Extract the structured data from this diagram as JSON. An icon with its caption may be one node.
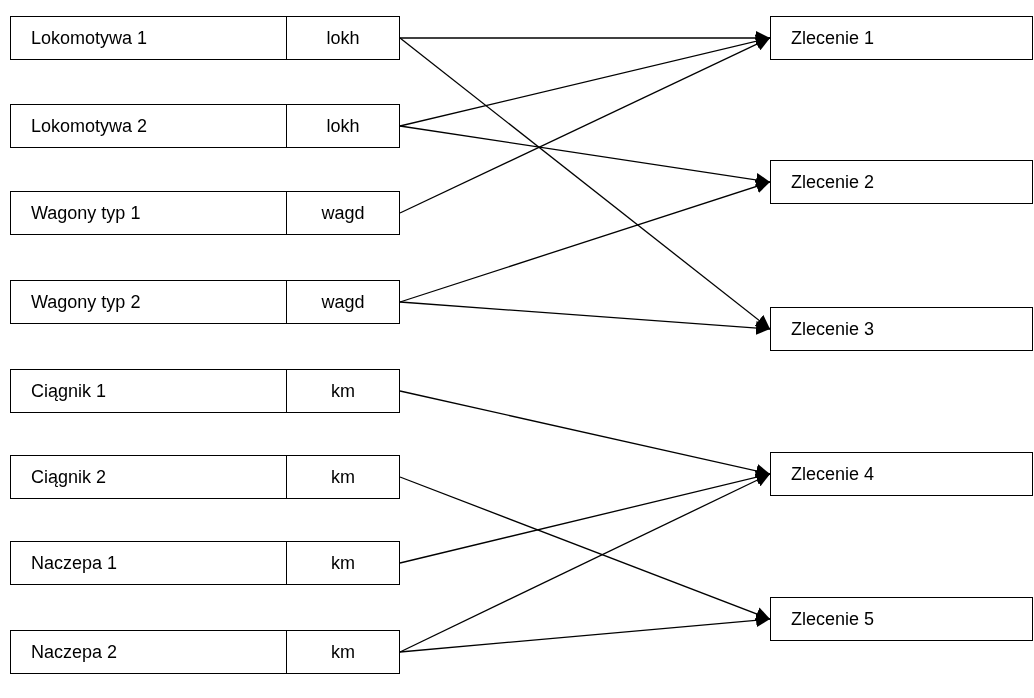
{
  "diagram": {
    "nodes": [
      {
        "text": [
          "Lokomotywa 1"
        ]
      },
      {
        "text": [
          "lokh"
        ]
      },
      {
        "text": [
          "Lokomotywa 2"
        ]
      },
      {
        "text": [
          "lokh"
        ]
      },
      {
        "text": [
          "Wagony typ 1"
        ]
      },
      {
        "text": [
          "wagd"
        ]
      },
      {
        "text": [
          "Wagony typ 2"
        ]
      },
      {
        "text": [
          "wagd"
        ]
      },
      {
        "text": [
          "Ciągnik 1"
        ]
      },
      {
        "text": [
          "km"
        ]
      },
      {
        "text": [
          "Ciągnik 2"
        ]
      },
      {
        "text": [
          "km"
        ]
      },
      {
        "text": [
          "Naczepa 1"
        ]
      },
      {
        "text": [
          "km"
        ]
      },
      {
        "text": [
          "Naczepa 2"
        ]
      },
      {
        "text": [
          "km"
        ]
      },
      {
        "text": [
          "Zlecenie 1"
        ]
      },
      {
        "text": [
          "Zlecenie 2"
        ]
      },
      {
        "text": [
          "Zlecenie 3"
        ]
      },
      {
        "text": [
          "Zlecenie 4"
        ]
      },
      {
        "text": [
          "Zlecenie 5"
        ]
      }
    ],
    "edges": [
      {
        "from": 1,
        "to": 16,
        "arrow": "to"
      },
      {
        "from": 1,
        "to": 18,
        "arrow": "to"
      },
      {
        "from": 3,
        "to": 16,
        "arrow": "to"
      },
      {
        "from": 3,
        "to": 17,
        "arrow": "to"
      },
      {
        "from": 5,
        "to": 16,
        "arrow": "to"
      },
      {
        "from": 7,
        "to": 17,
        "arrow": "to"
      },
      {
        "from": 7,
        "to": 18,
        "arrow": "to"
      },
      {
        "from": 9,
        "to": 19,
        "arrow": "to"
      },
      {
        "from": 11,
        "to": 20,
        "arrow": "to"
      },
      {
        "from": 13,
        "to": 19,
        "arrow": "to"
      },
      {
        "from": 15,
        "to": 19,
        "arrow": "to"
      },
      {
        "from": 15,
        "to": 20,
        "arrow": "to"
      }
    ]
  }
}
